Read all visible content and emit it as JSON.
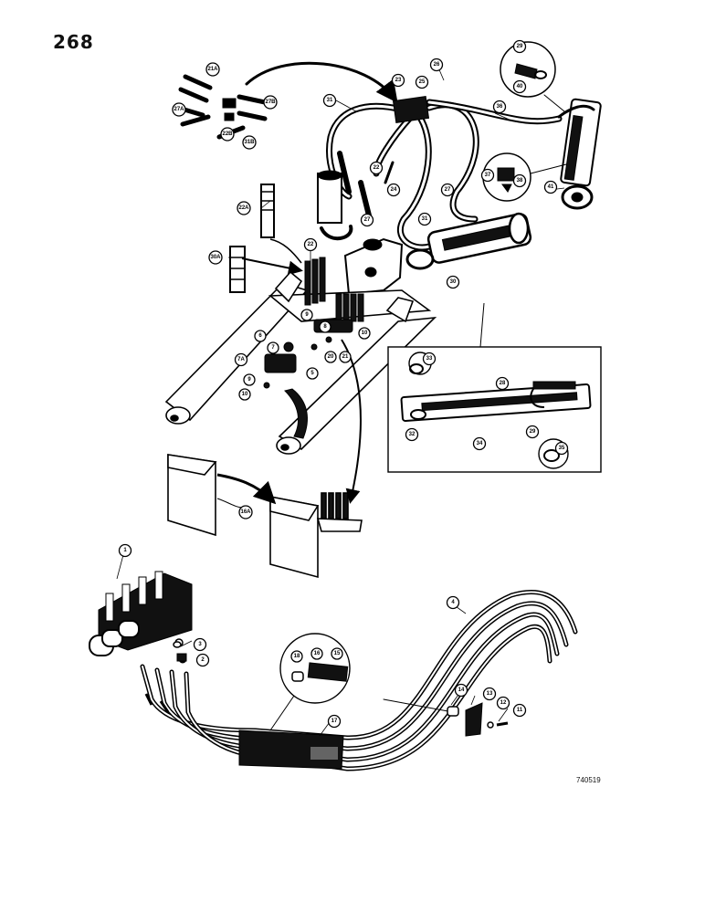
{
  "page_number": "268",
  "figure_id": "740519",
  "callouts": [
    {
      "id": "c29a",
      "label": "29"
    },
    {
      "id": "c40",
      "label": "40"
    },
    {
      "id": "c21a-top",
      "label": "21A"
    },
    {
      "id": "c27b",
      "label": "27B"
    },
    {
      "id": "c27a",
      "label": "27A"
    },
    {
      "id": "c22b",
      "label": "22B"
    },
    {
      "id": "c31b",
      "label": "31B"
    },
    {
      "id": "c23",
      "label": "23"
    },
    {
      "id": "c26",
      "label": "26"
    },
    {
      "id": "c25",
      "label": "25"
    },
    {
      "id": "c31-top",
      "label": "31"
    },
    {
      "id": "c36",
      "label": "36"
    },
    {
      "id": "c22-mid",
      "label": "22"
    },
    {
      "id": "c24",
      "label": "24"
    },
    {
      "id": "c27-mid",
      "label": "27"
    },
    {
      "id": "c27-left",
      "label": "27"
    },
    {
      "id": "c37",
      "label": "37"
    },
    {
      "id": "c38",
      "label": "38"
    },
    {
      "id": "c41",
      "label": "41"
    },
    {
      "id": "c22a",
      "label": "22A"
    },
    {
      "id": "c31-mid",
      "label": "31"
    },
    {
      "id": "c30a",
      "label": "30A"
    },
    {
      "id": "c22-low",
      "label": "22"
    },
    {
      "id": "c30",
      "label": "30"
    },
    {
      "id": "c9a",
      "label": "9"
    },
    {
      "id": "c8",
      "label": "8"
    },
    {
      "id": "c6",
      "label": "6"
    },
    {
      "id": "c7",
      "label": "7"
    },
    {
      "id": "c10-right",
      "label": "10"
    },
    {
      "id": "c7a",
      "label": "7A"
    },
    {
      "id": "c20",
      "label": "20"
    },
    {
      "id": "c21",
      "label": "21"
    },
    {
      "id": "c5",
      "label": "5"
    },
    {
      "id": "c9b",
      "label": "9"
    },
    {
      "id": "c10-left",
      "label": "10"
    },
    {
      "id": "c33",
      "label": "33"
    },
    {
      "id": "c28",
      "label": "28"
    },
    {
      "id": "c32",
      "label": "32"
    },
    {
      "id": "c34",
      "label": "34"
    },
    {
      "id": "c29b",
      "label": "29"
    },
    {
      "id": "c35",
      "label": "35"
    },
    {
      "id": "c16a",
      "label": "16A"
    },
    {
      "id": "c1",
      "label": "1"
    },
    {
      "id": "c4",
      "label": "4"
    },
    {
      "id": "c3",
      "label": "3"
    },
    {
      "id": "c2",
      "label": "2"
    },
    {
      "id": "c18",
      "label": "18"
    },
    {
      "id": "c16",
      "label": "16"
    },
    {
      "id": "c15",
      "label": "15"
    },
    {
      "id": "c14",
      "label": "14"
    },
    {
      "id": "c13",
      "label": "13"
    },
    {
      "id": "c12",
      "label": "12"
    },
    {
      "id": "c11",
      "label": "11"
    },
    {
      "id": "c17",
      "label": "17"
    }
  ],
  "colors": {
    "ink": "#000000",
    "paper": "#ffffff"
  }
}
